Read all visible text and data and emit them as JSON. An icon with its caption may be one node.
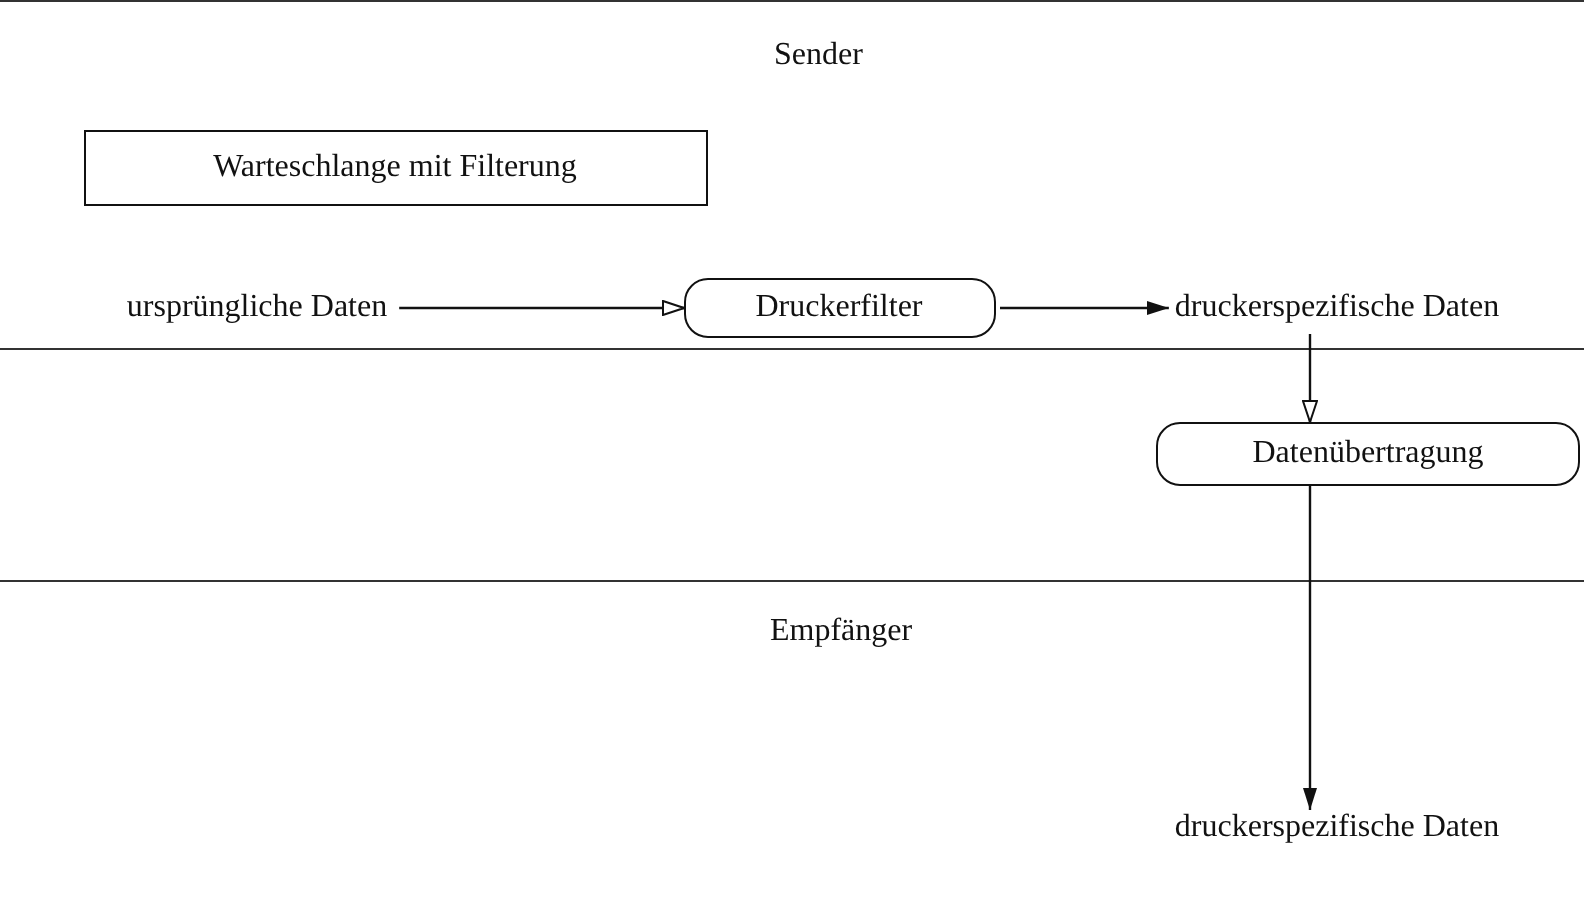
{
  "diagram": {
    "nodes": [
      {
        "text": [
          "Sender"
        ]
      },
      {
        "text": [
          "Warteschlange mit Filterung"
        ],
        "in": 0
      },
      {
        "text": [
          "ursprüngliche Daten"
        ],
        "in": 0
      },
      {
        "text": [
          "Druckerfilter"
        ],
        "in": 0
      },
      {
        "text": [
          "druckerspezifische Daten"
        ],
        "in": 0
      },
      {
        "text": [
          "Datenübertragung"
        ]
      },
      {
        "text": [
          "Empfänger"
        ]
      },
      {
        "text": [
          "druckerspezifische Daten"
        ],
        "in": 6
      }
    ],
    "edges": [
      {
        "from": 2,
        "to": 3,
        "arrow": "to"
      },
      {
        "from": 3,
        "to": 4,
        "arrow": "to"
      },
      {
        "from": 4,
        "to": 5,
        "arrow": "to"
      },
      {
        "from": 5,
        "to": 7,
        "arrow": "to"
      }
    ]
  }
}
